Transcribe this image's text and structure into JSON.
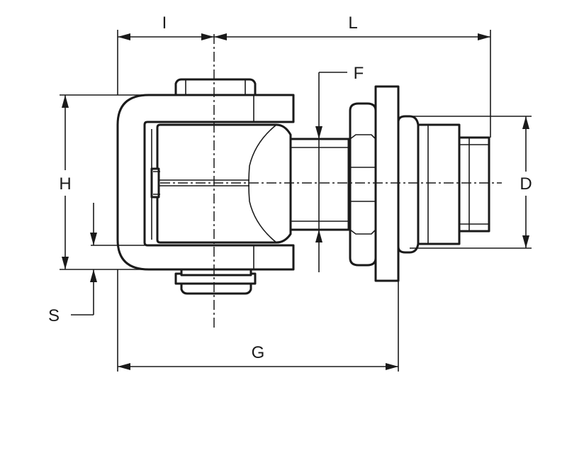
{
  "diagram": {
    "labels": {
      "I": "I",
      "L": "L",
      "F": "F",
      "H": "H",
      "D": "D",
      "S": "S",
      "G": "G"
    }
  },
  "colors": {
    "line": "#1a1a1a",
    "background": "#ffffff"
  }
}
